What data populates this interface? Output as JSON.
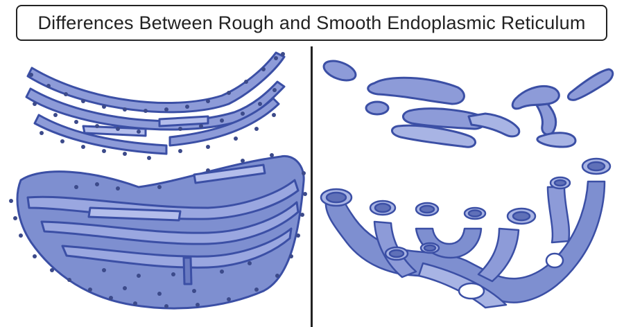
{
  "title": "Differences Between Rough and Smooth Endoplasmic Reticulum",
  "colors": {
    "membrane": "#7f8fd1",
    "membrane_light": "#a8b4e4",
    "outline": "#3b4fa5",
    "ribosome": "#3c4a8a",
    "title_border": "#222222"
  },
  "icons": {
    "rough_er": "rough-endoplasmic-reticulum-illustration",
    "smooth_er": "smooth-endoplasmic-reticulum-illustration"
  }
}
